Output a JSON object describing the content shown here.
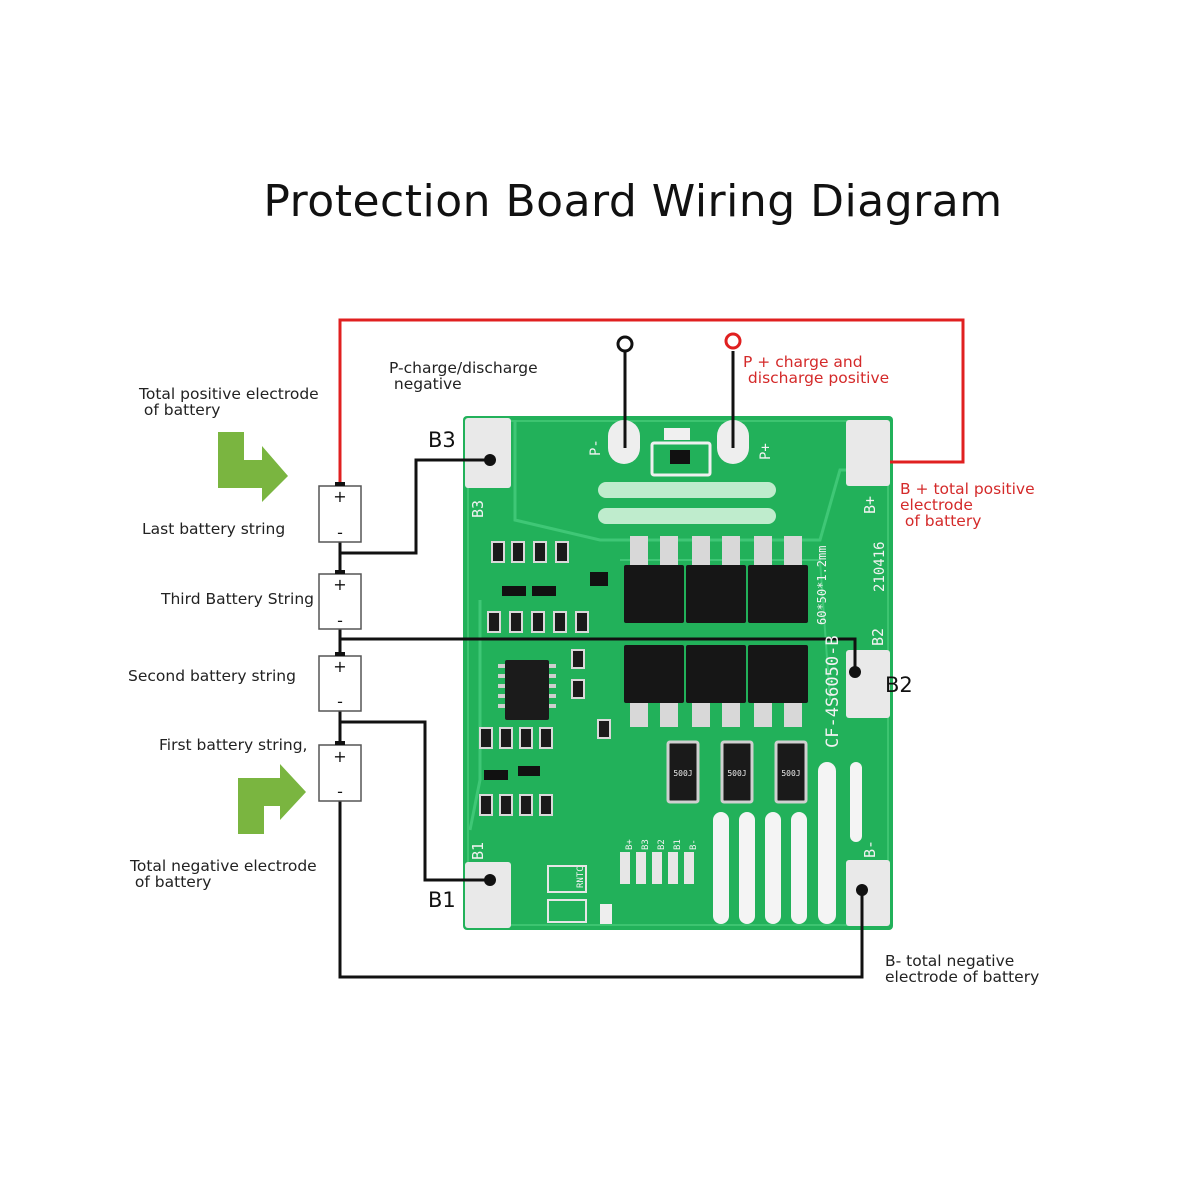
{
  "title": "Protection Board Wiring Diagram",
  "labels": {
    "total_positive": "Total positive electrode\n of battery",
    "last_string": "Last battery string",
    "third_string": "Third Battery String",
    "second_string": "Second battery string",
    "first_string": "First battery string,",
    "total_negative": "Total negative electrode\n of battery",
    "p_minus": "P-charge/discharge\n negative",
    "p_plus": "P + charge and\n discharge positive",
    "b_plus": "B + total positive\nelectrode\n of battery",
    "b_minus": "B- total negative\nelectrode of battery"
  },
  "pins": {
    "b3": "B3",
    "b2": "B2",
    "b1": "B1"
  },
  "cell_signs": {
    "plus": "+",
    "minus": "-"
  },
  "board": {
    "silkscreen_model": "CF-4S6050-B",
    "silkscreen_size": "60*50*1.2mm",
    "silkscreen_date": "210416",
    "pad_b3": "B3",
    "pad_b2": "B2",
    "pad_b1": "B1",
    "pad_bplus": "B+",
    "pad_bminus": "B-",
    "pad_pminus": "P-",
    "pad_pplus": "P+",
    "resistor_code": "500J",
    "header_labels": [
      "B+",
      "B3",
      "B2",
      "B1",
      "B-"
    ],
    "ntc_label": "RNTC"
  },
  "colors": {
    "wire_red": "#e02020",
    "wire_black": "#111111",
    "pcb_green": "#22b15a",
    "pcb_light": "#5fd487",
    "arrow_green": "#7ab540",
    "pad_silver": "#e9e9e9"
  }
}
